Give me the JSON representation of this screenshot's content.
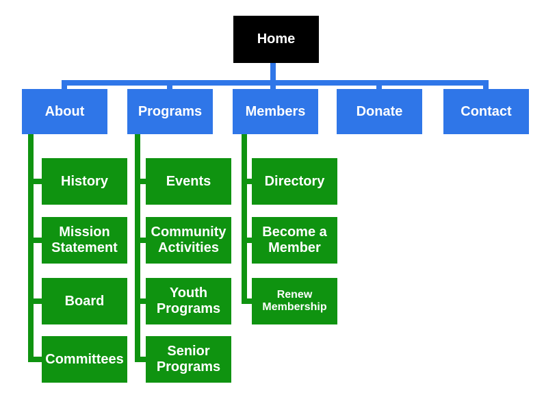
{
  "diagram_type": "sitemap-tree",
  "palette": {
    "node_black": "#000000",
    "node_blue": "#2F76E8",
    "node_green": "#0F9310",
    "label_color": "#FFFFFF",
    "background": "#FFFFFF"
  },
  "tree": {
    "root": {
      "label": "Home"
    },
    "sections": [
      {
        "label": "About",
        "children": [
          {
            "label": "History"
          },
          {
            "label": "Mission Statement"
          },
          {
            "label": "Board"
          },
          {
            "label": "Committees"
          }
        ]
      },
      {
        "label": "Programs",
        "children": [
          {
            "label": "Events"
          },
          {
            "label": "Community Activities"
          },
          {
            "label": "Youth Programs"
          },
          {
            "label": "Senior Programs"
          }
        ]
      },
      {
        "label": "Members",
        "children": [
          {
            "label": "Directory"
          },
          {
            "label": "Become a Member"
          },
          {
            "label": "Renew Membership"
          }
        ]
      },
      {
        "label": "Donate",
        "children": []
      },
      {
        "label": "Contact",
        "children": []
      }
    ]
  }
}
